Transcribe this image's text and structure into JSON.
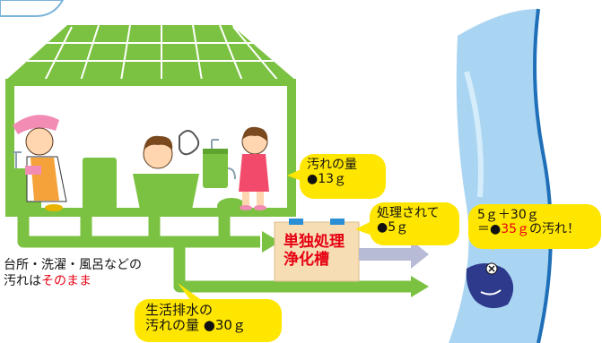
{
  "labels": {
    "kitchen_line1": "台所・洗濯・風呂などの",
    "kitchen_line2_prefix": "汚れは",
    "kitchen_line2_red": "そのまま"
  },
  "bubbles": {
    "household": {
      "line1": "生活排水の",
      "line2": "汚れの量 ●30ｇ"
    },
    "toilet": {
      "line1": "汚れの量",
      "line2": "●13ｇ"
    },
    "treated": {
      "line1": "処理されて",
      "line2": "●5ｇ"
    },
    "total": {
      "line1": "5ｇ＋30ｇ",
      "line2_prefix": "＝●",
      "line2_red": "35ｇ",
      "line2_suffix": "の汚れ！"
    }
  },
  "tank": {
    "line1": "単独処理",
    "line2": "浄化槽"
  },
  "colors": {
    "green": "#7cc242",
    "yellow": "#ffe600",
    "river": "#a9d5f2",
    "river_edge": "#1f6fb8",
    "tank": "#f6ddb4",
    "arrow_gray": "#b7bbd6",
    "red_text": "#e60012"
  }
}
